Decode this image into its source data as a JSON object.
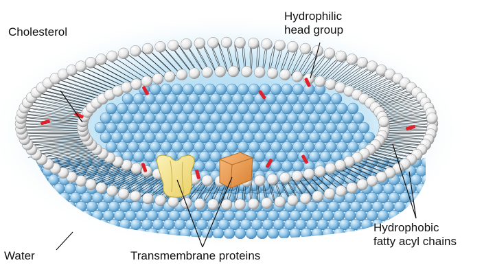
{
  "labels": {
    "cholesterol": "Cholesterol",
    "hydrophilic_line1": "Hydrophilic",
    "hydrophilic_line2": "head group",
    "hydrophobic_line1": "Hydrophobic",
    "hydrophobic_line2": "fatty acyl chains",
    "water": "Water",
    "transmembrane": "Transmembrane proteins"
  },
  "colors": {
    "water_glow": "#9fd2ee",
    "inner_lipid_head": "#8fc3e6",
    "outer_lipid_head": "#f2f2f2",
    "cholesterol": "#e0202a",
    "protein_yellow": "#f7e58e",
    "protein_orange": "#f0a15c"
  }
}
